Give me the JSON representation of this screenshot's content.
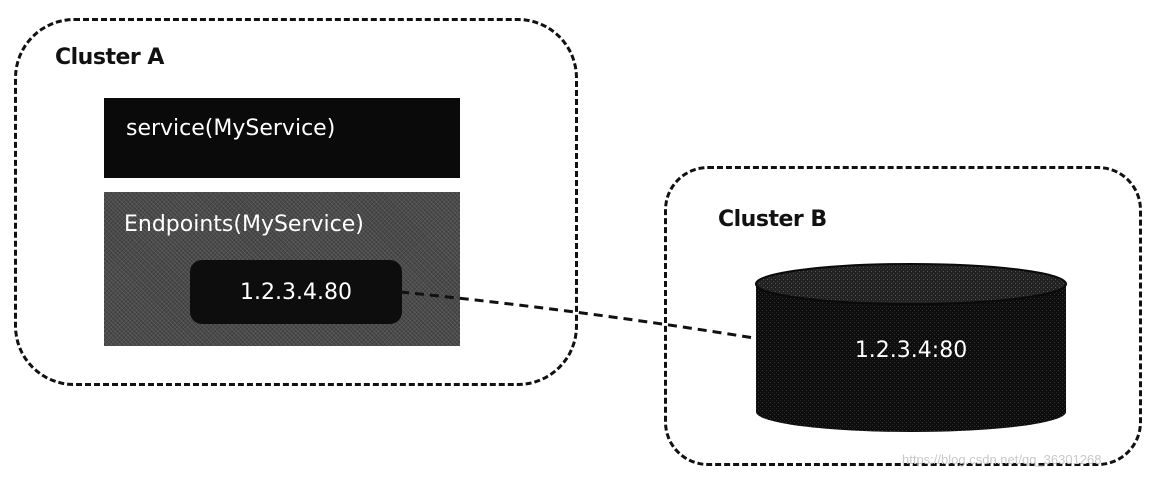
{
  "cluster_a": {
    "title": "Cluster A",
    "service": {
      "label": "service(MyService)"
    },
    "endpoints": {
      "label": "Endpoints(MyService)",
      "address": "1.2.3.4.80"
    }
  },
  "cluster_b": {
    "title": "Cluster B",
    "database": {
      "address": "1.2.3.4:80"
    }
  },
  "watermark": "https://blog.csdn.net/qq_36301268",
  "colors": {
    "box_dark": "#0a0a0a",
    "box_textured": "#4a4a4a",
    "text_light": "#ffffff",
    "border": "#111111"
  }
}
